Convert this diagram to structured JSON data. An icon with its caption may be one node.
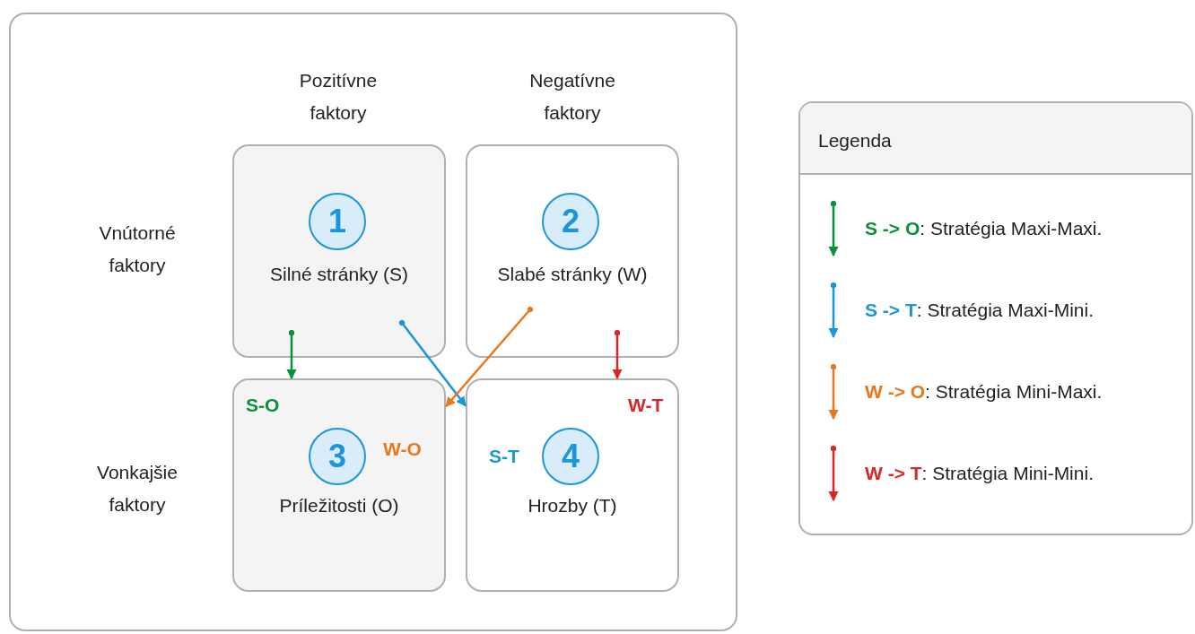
{
  "diagram": {
    "nodes": [
      {
        "text": [],
        "shape": "box"
      },
      {
        "text": [
          "Silné stránky (S)"
        ],
        "in": 0
      },
      {
        "text": [
          "1"
        ],
        "in": 1
      },
      {
        "text": [
          "Slabé stránky (W)"
        ],
        "in": 0
      },
      {
        "text": [
          "2"
        ],
        "in": 3
      },
      {
        "text": [
          "Príležitosti (O)"
        ],
        "in": 0
      },
      {
        "text": [
          "3"
        ],
        "in": 5
      },
      {
        "text": [
          "Hrozby (T)"
        ],
        "in": 0
      },
      {
        "text": [
          "4"
        ],
        "in": 7
      }
    ],
    "edges": [
      {
        "from": 1,
        "to": 5,
        "arrow": "to",
        "label": "S-O",
        "color": "#0a8f3c"
      },
      {
        "from": 1,
        "to": 7,
        "arrow": "to",
        "label": "S-T",
        "color": "#1a96dc"
      },
      {
        "from": 3,
        "to": 5,
        "arrow": "to",
        "label": "W-O",
        "color": "#e8781e"
      },
      {
        "from": 3,
        "to": 7,
        "arrow": "to",
        "label": "W-T",
        "color": "#d92626"
      }
    ],
    "labels": [
      "Pozitívne faktory",
      "Negatívne faktory",
      "Vnútorné faktory",
      "Vonkajšie faktory",
      "Legenda"
    ],
    "legend": [
      {
        "text": "**S -> O**: Stratégia Maxi-Maxi."
      },
      {
        "text": "**S -> T**: Stratégia Maxi-Mini."
      },
      {
        "text": "**W -> O**: Stratégia Mini-Maxi."
      },
      {
        "text": "**W -> T**: Stratégia Mini-Mini."
      }
    ]
  }
}
